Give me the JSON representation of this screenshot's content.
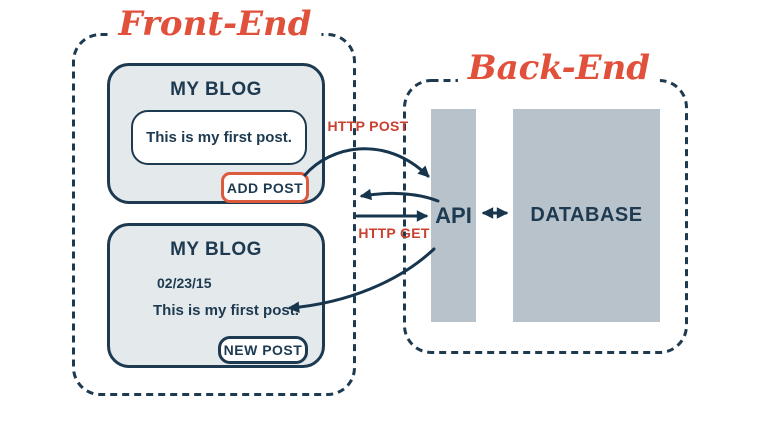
{
  "frontend": {
    "title": "Front-End",
    "card_before": {
      "title": "MY BLOG",
      "post_text": "This is my first post.",
      "button": "ADD POST"
    },
    "card_after": {
      "title": "MY BLOG",
      "date": "02/23/15",
      "post_text": "This is my first post.",
      "button": "NEW POST"
    }
  },
  "backend": {
    "title": "Back-End",
    "api_label": "API",
    "database_label": "DATABASE"
  },
  "labels": {
    "http_post": "HTTP POST",
    "http_get": "HTTP GET"
  },
  "icons": {
    "http_post_arrow": "curved-arrow-right",
    "api_response_arrow": "arrow-left",
    "http_get_arrow": "arrow-right",
    "get_response_arrow": "curved-arrow-left",
    "api_db_arrow": "double-headed-arrow"
  },
  "colors": {
    "navy": "#1d3a50",
    "line": "#17364e",
    "orange": "#e0503a",
    "red": "#c9402f",
    "card_bg": "#e4e9ec",
    "gray_bar": "#b8c2ca",
    "btn_orange": "#dc5a3e"
  }
}
